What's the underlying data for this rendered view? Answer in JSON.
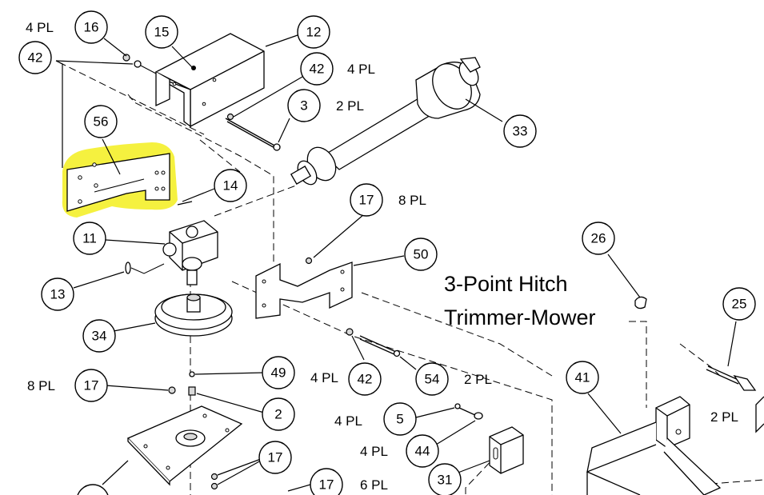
{
  "title": {
    "line1": "3-Point Hitch",
    "line2": "Trimmer-Mower"
  },
  "highlight_color": "#f4f035",
  "balloons": {
    "b16": "16",
    "b15": "15",
    "b12": "12",
    "b42a": "42",
    "b42b": "42",
    "b3": "3",
    "b33": "33",
    "b56": "56",
    "b14": "14",
    "b11": "11",
    "b17a": "17",
    "b50": "50",
    "b13": "13",
    "b26": "26",
    "b25": "25",
    "b34": "34",
    "b49": "49",
    "b42c": "42",
    "b54": "54",
    "b41": "41",
    "b17b": "17",
    "b2": "2",
    "b5": "5",
    "b44": "44",
    "b17c": "17",
    "b31": "31",
    "b17d": "17"
  },
  "quantities": {
    "q4pl_top": "4 PL",
    "q4pl_42": "4 PL",
    "q2pl_3": "2 PL",
    "q8pl_17": "8 PL",
    "q4pl_42c": "4 PL",
    "q2pl_54": "2 PL",
    "q8pl_17b": "8 PL",
    "q4pl_5": "4 PL",
    "q4pl_44": "4 PL",
    "q2pl_25": "2 PL",
    "q6pl_17d": "6 PL"
  }
}
